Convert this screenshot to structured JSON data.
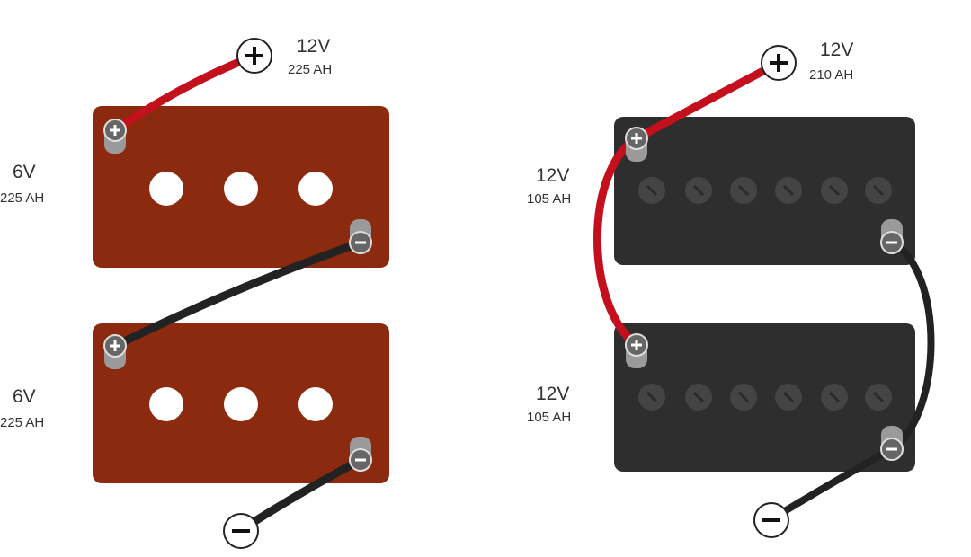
{
  "left_diagram": {
    "output": {
      "voltage": "12V",
      "capacity": "225 AH"
    },
    "batteries": [
      {
        "voltage": "6V",
        "capacity": "225 AH"
      },
      {
        "voltage": "6V",
        "capacity": "225 AH"
      }
    ],
    "battery_color": "#8b2a0e",
    "connection": "series"
  },
  "right_diagram": {
    "output": {
      "voltage": "12V",
      "capacity": "210 AH"
    },
    "batteries": [
      {
        "voltage": "12V",
        "capacity": "105 AH"
      },
      {
        "voltage": "12V",
        "capacity": "105 AH"
      }
    ],
    "battery_color": "#2f2e2e",
    "connection": "parallel"
  },
  "colors": {
    "positive_cable": "#c4101c",
    "negative_cable": "#222222"
  },
  "icons": {
    "positive": "plus-terminal-icon",
    "negative": "minus-terminal-icon"
  }
}
